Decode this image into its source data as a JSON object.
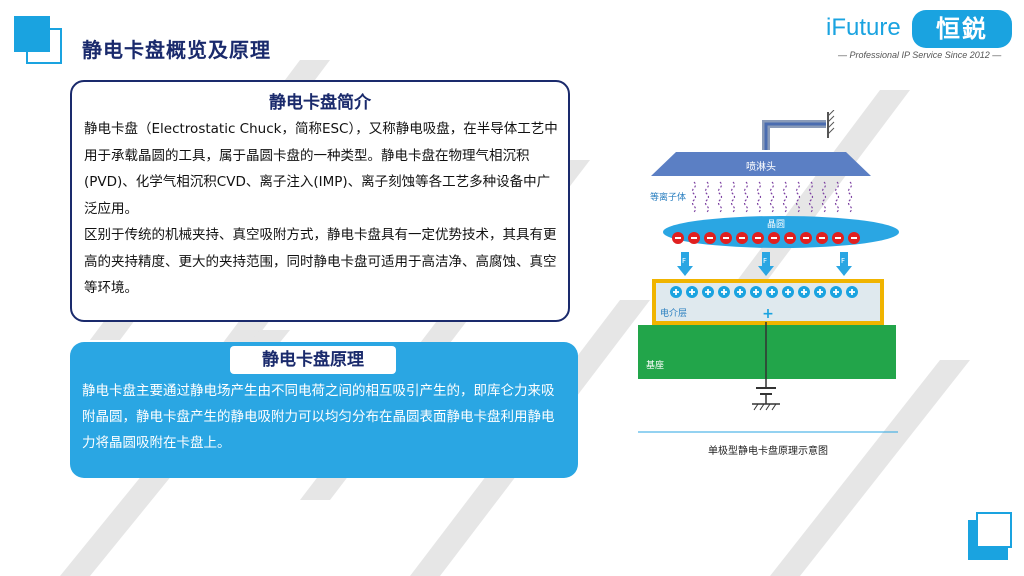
{
  "page": {
    "title": "静电卡盘概览及原理"
  },
  "logo": {
    "brand": "iFuture",
    "brand_cn": "恒鋭",
    "tagline": "— Professional IP Service Since 2012 —"
  },
  "intro": {
    "title": "静电卡盘简介",
    "paragraphs": [
      "静电卡盘（Electrostatic Chuck，简称ESC），又称静电吸盘，在半导体工艺中用于承载晶圆的工具，属于晶圆卡盘的一种类型。静电卡盘在物理气相沉积(PVD)、化学气相沉积CVD、离子注入(IMP)、离子刻蚀等各工艺多种设备中广泛应用。",
      "区别于传统的机械夹持、真空吸附方式，静电卡盘具有一定优势技术，其具有更高的夹持精度、更大的夹持范围，同时静电卡盘可适用于高洁净、高腐蚀、真空等环境。"
    ]
  },
  "principle": {
    "title": "静电卡盘原理",
    "text": "静电卡盘主要通过静电场产生由不同电荷之间的相互吸引产生的，即库仑力来吸附晶圆，静电卡盘产生的静电吸附力可以均匀分布在晶圆表面静电卡盘利用静电力将晶圆吸附在卡盘上。"
  },
  "diagram": {
    "showerhead_label": "喷淋头",
    "plasma_label": "等离子体",
    "wafer_label": "晶圆",
    "dielectric_label": "电介层",
    "base_label": "基座",
    "force_label": "F",
    "plus_label": "+",
    "caption": "单极型静电卡盘原理示意图",
    "negative_charges": 12,
    "positive_charges": 12,
    "colors": {
      "showerhead": "#5b7fc4",
      "wafer": "#2aa6e3",
      "dielectric_border": "#f0b400",
      "dielectric_fill": "#dfe9ee",
      "base": "#22a54a",
      "plasma": "#7b3fa0",
      "charge_negative": "#e02020",
      "charge_positive": "#1aa3e0"
    }
  }
}
